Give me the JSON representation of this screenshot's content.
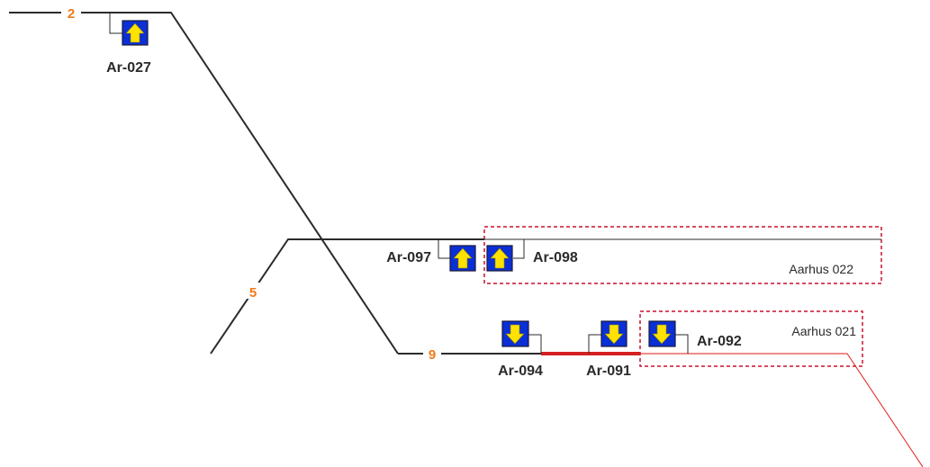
{
  "colors": {
    "track": "#2b2b2b",
    "track_occupied": "#d42020",
    "signal_bg": "#0a2fd6",
    "signal_arrow": "#ffe200",
    "signal_border": "#1a1a3a",
    "track_number": "#f07a1a",
    "zone_border": "#c8102e"
  },
  "track_numbers": [
    {
      "id": "tn-2",
      "text": "2"
    },
    {
      "id": "tn-5",
      "text": "5"
    },
    {
      "id": "tn-9",
      "text": "9"
    }
  ],
  "signals": [
    {
      "id": "ar-027",
      "label": "Ar-027",
      "direction": "up",
      "icon": "arrow-up-icon"
    },
    {
      "id": "ar-097",
      "label": "Ar-097",
      "direction": "up",
      "icon": "arrow-up-icon"
    },
    {
      "id": "ar-098",
      "label": "Ar-098",
      "direction": "up",
      "icon": "arrow-up-icon"
    },
    {
      "id": "ar-094",
      "label": "Ar-094",
      "direction": "down",
      "icon": "arrow-down-icon"
    },
    {
      "id": "ar-091",
      "label": "Ar-091",
      "direction": "down",
      "icon": "arrow-down-icon"
    },
    {
      "id": "ar-092",
      "label": "Ar-092",
      "direction": "down",
      "icon": "arrow-down-icon"
    }
  ],
  "zones": [
    {
      "id": "aarhus-022",
      "label": "Aarhus 022"
    },
    {
      "id": "aarhus-021",
      "label": "Aarhus 021"
    }
  ]
}
